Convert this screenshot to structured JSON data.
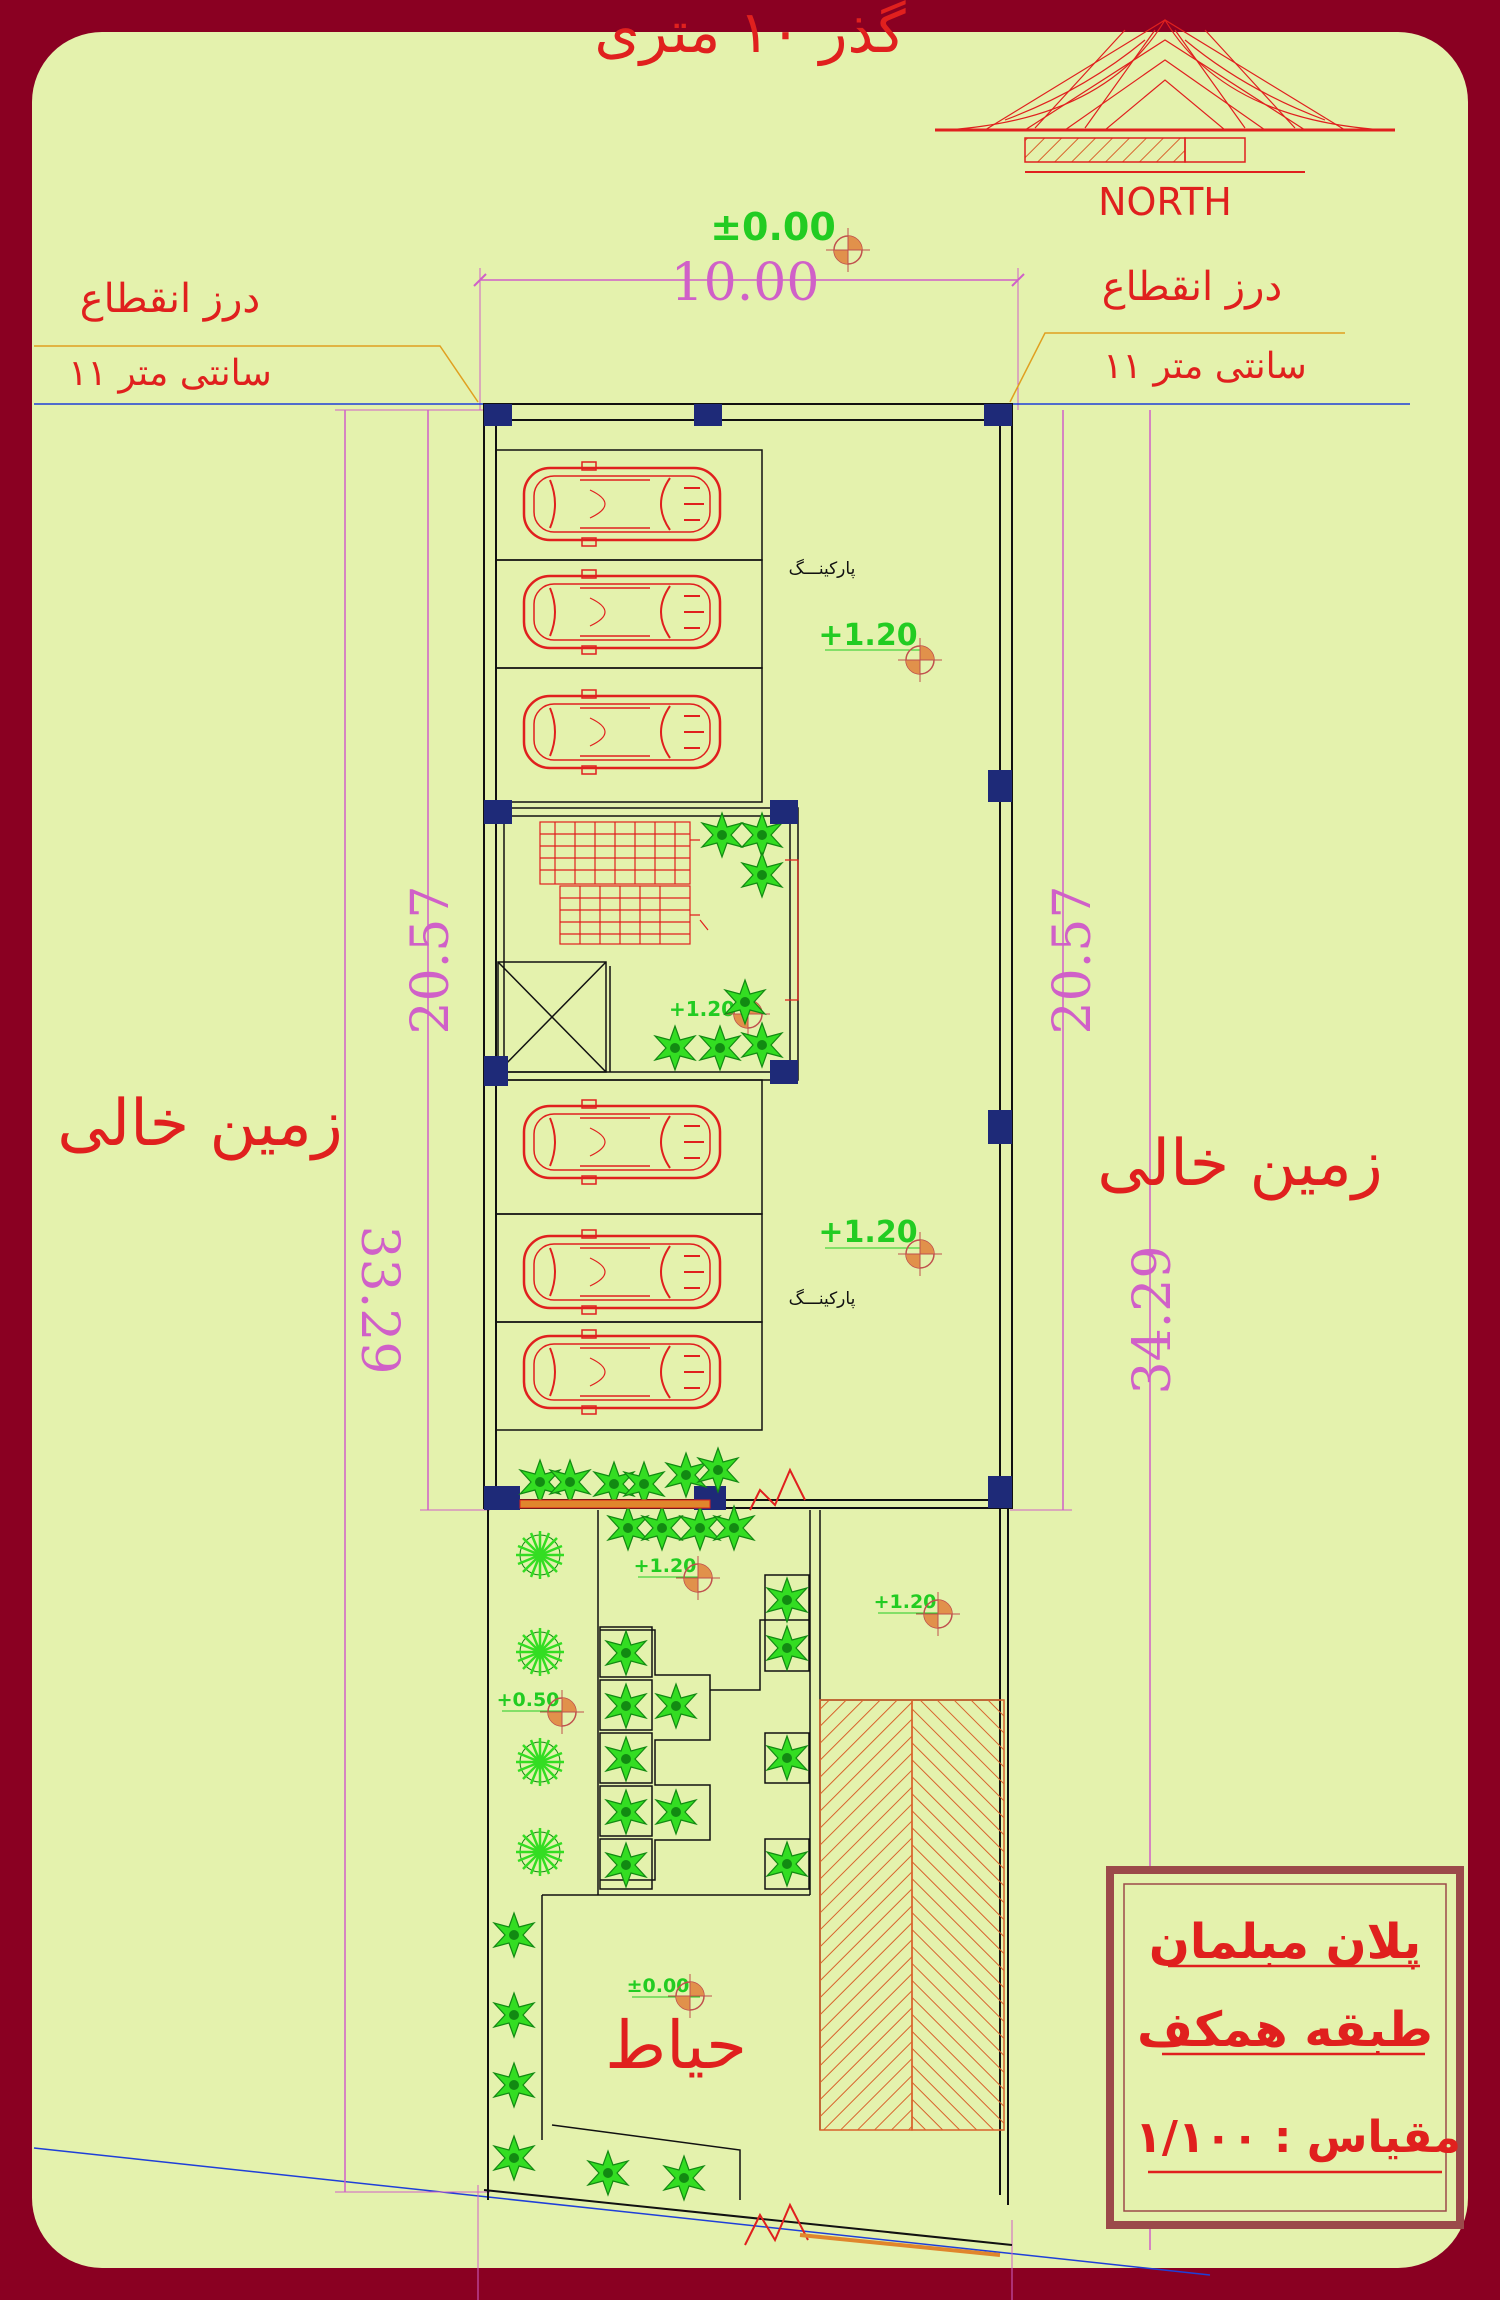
{
  "colors": {
    "frame": "#8a0022",
    "background": "#e4f2ad",
    "wall": "#111111",
    "column": "#1e2a78",
    "dimension": "#d060c8",
    "red_text": "#e0201e",
    "level_green": "#22cc22",
    "plant_green": "#33dd22",
    "property_line": "#1f3fd8",
    "title_box": "#9b4a4a",
    "hatch": "#d8632c"
  },
  "header": {
    "street_label": "گذر ۱۰ متری",
    "north_label": "NORTH",
    "north_icon": "north-arrow-icon"
  },
  "site": {
    "top_level": "±0.00",
    "width_dim": "10.00",
    "left_dim_inner": "20.57",
    "left_dim_outer": "33.29",
    "right_dim_inner": "20.57",
    "right_dim_outer": "34.29",
    "joint_left_line1": "درز انقطاع",
    "joint_left_line2": "۱۱ سانتی متر",
    "joint_right_line1": "درز انقطاع",
    "joint_right_line2": "۱۱ سانتی متر",
    "vacant_left": "زمین خالی",
    "vacant_right": "زمین خالی"
  },
  "plan": {
    "parking_label": "پارکینـــگ",
    "parking_level_upper": "+1.20",
    "parking_level_lower": "+1.20",
    "stair_level": "+1.20",
    "entry_level": "+1.20",
    "ramp_level": "+1.20",
    "garden_level": "+0.50",
    "yard_level": "±0.00",
    "yard_label": "حیاط",
    "car_count": 6
  },
  "title_block": {
    "line1": "پلان مبلمان",
    "line2": "طبقه همکف",
    "scale": "مقیاس : ۱/۱۰۰"
  }
}
